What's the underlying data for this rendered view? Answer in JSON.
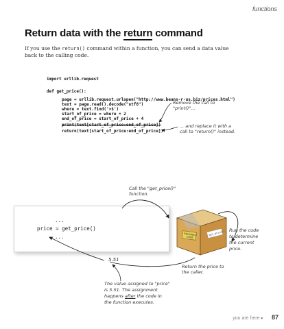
{
  "header": {
    "section": "functions"
  },
  "heading": {
    "pre": "Return data with the ",
    "keyword": "return",
    "post": " command"
  },
  "intro": {
    "part1": "If you use the ",
    "code": "return()",
    "part2": " command within a function, you can send a data value back to the calling code."
  },
  "code": {
    "l1": "import urllib.request",
    "l2": "def get_price():",
    "l3": "page = urllib.request.urlopen(\"http://www.beans-r-us.biz/prices.html\")",
    "l4": "text = page.read().decode(\"utf8\")",
    "l5": "where = text.find('>$')",
    "l6": "start_of_price = where + 2",
    "l7": "end_of_price = start_of_price + 4",
    "l8": "print(text[start_of_price:end_of_price])",
    "l9": "return(text[start_of_price:end_of_price])"
  },
  "annotations": {
    "remove_1": "Remove the call to",
    "remove_2": "\"print()\"...",
    "replace_1": "... and replace it with a",
    "replace_2": "call to \"return()\" instead.",
    "call_1": "Call the \"get_price()\"",
    "call_2": "function.",
    "run_1": "Run the code",
    "run_2": "to determine",
    "run_3": "the current",
    "run_4": "price.",
    "return_1": "Return the price to",
    "return_2": "the caller.",
    "value_1": "The value assigned to \"price\"",
    "value_2": "is 5.51. The assignment",
    "value_3_pre": "happens ",
    "value_3_em": "after",
    "value_3_post": " the code in",
    "value_4": "the function executes."
  },
  "caller": {
    "dots1": "...",
    "line": "price = get_price()",
    "dots2": "..."
  },
  "returned_value": "5.51",
  "box": {
    "label1": "REUSABLE",
    "label2": "CODE",
    "tag": "get_price()"
  },
  "footer": {
    "here": "you are here ▸",
    "page": "87"
  }
}
